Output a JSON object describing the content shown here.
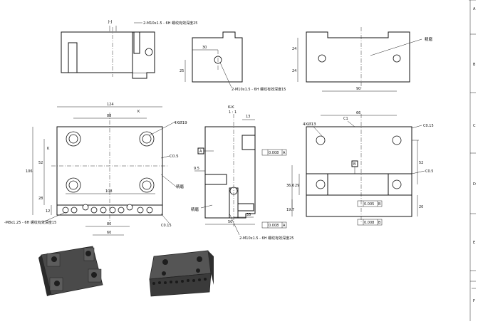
{
  "title_block": {
    "zones": [
      "A",
      "B",
      "C",
      "D",
      "E",
      "F"
    ]
  },
  "views": {
    "top_left": {
      "section_label": "J-J",
      "thread_note": "2-M10x1.5 - 6H  螺纹有效深度25"
    },
    "top_middle": {
      "dim_30": "30",
      "dim_25": "25",
      "thread_note": "2-M10x1.5 - 6H  螺纹有效深度15"
    },
    "top_right": {
      "dim_24a": "24",
      "dim_24b": "24",
      "dim_90": "90",
      "note": "精磨"
    },
    "plan": {
      "dim_124": "124",
      "dim_88": "88",
      "dim_108": "108",
      "dim_80": "80",
      "dim_60": "60",
      "dim_106": "106",
      "dim_52": "52",
      "dim_28": "28",
      "dim_12": "12",
      "holes": "4XØ19",
      "chamfer": "C0.5",
      "chamfer2": "C0.15",
      "note": "精磨",
      "thread_note": "-M8x1.25 - 6H  螺纹有效深度15",
      "k_mark": "K"
    },
    "section": {
      "title": "K-K",
      "scale": "1 : 1",
      "dim_13": "13",
      "dim_95": "9.5",
      "dim_50": "50",
      "dim_35": "35",
      "datum": "A",
      "tol1": "0.008",
      "tol1_ref": "A",
      "tol2": "0.008",
      "tol2_ref": "A",
      "note": "精磨",
      "thread_note": "2-M10x1.5 - 6H  螺纹有效深度25"
    },
    "right": {
      "dim_66": "66",
      "holes": "4XØ13",
      "c1": "C1",
      "c015": "C0.15",
      "c05": "C0.5",
      "dim_52": "52",
      "dim_366": "36.6",
      "dim_29": "29",
      "dim_197": "19.7",
      "dim_20": "20",
      "datum_b": "B",
      "tol3": "0.005",
      "tol3_ref": "B",
      "tol4": "0.008",
      "tol4_ref": "B"
    }
  }
}
